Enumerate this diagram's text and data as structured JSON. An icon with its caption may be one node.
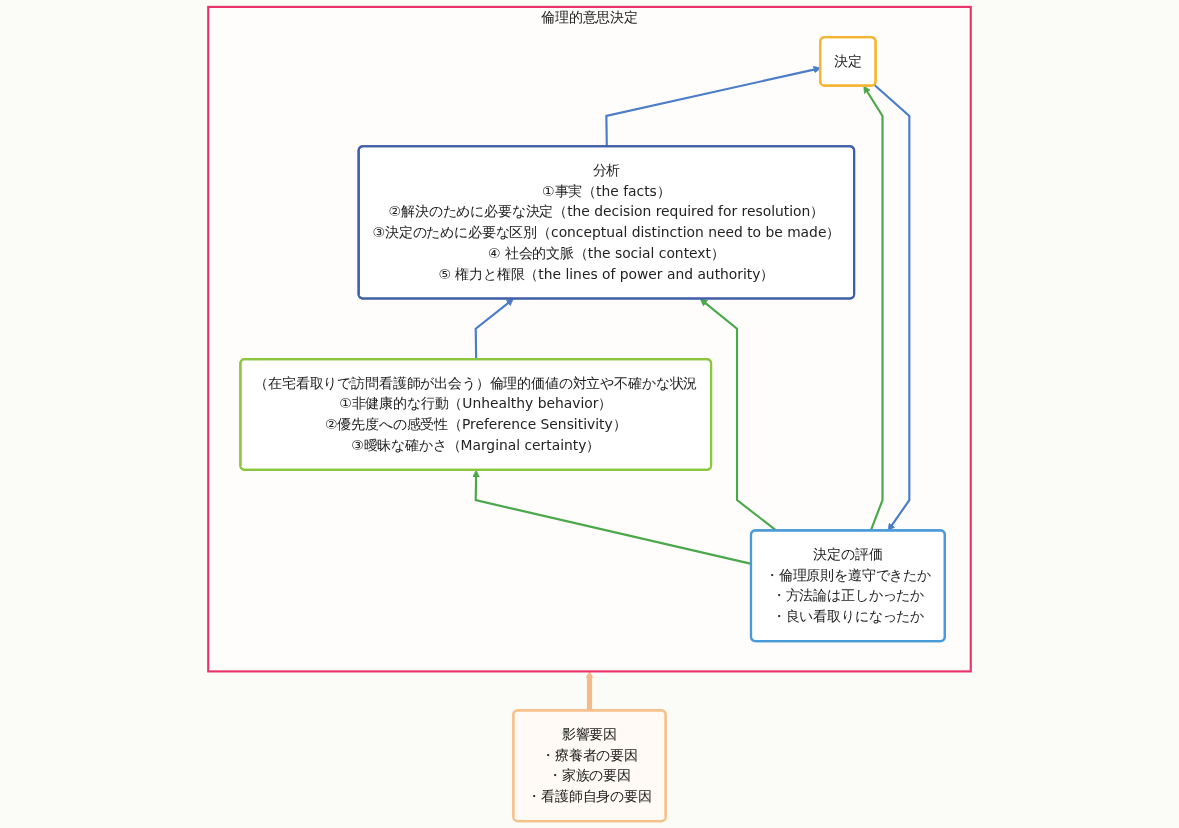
{
  "diagram": {
    "nodes": [
      {
        "text": [
          "倫理的意思決定"
        ]
      },
      {
        "text": [
          "決定の評価",
          "・倫理原則を遵守できたか",
          "・方法論は正しかったか",
          "・良い看取りになったか"
        ],
        "in": 0
      },
      {
        "text": [
          "決定"
        ],
        "in": 0
      },
      {
        "text": [
          "分析",
          "①事実（the facts）",
          "②解決のために必要な決定（the decision required for resolution）",
          "③決定のために必要な区別（conceptual distinction need to be made）",
          "④ 社会的文脈（the social context）",
          "⑤ 権力と権限（the lines of power and authority）"
        ],
        "in": 0
      },
      {
        "text": [
          "（在宅看取りで訪問看護師が出会う）倫理的価値の対立や不確かな状況",
          "①非健康的な行動（Unhealthy behavior）",
          "②優先度への感受性（Preference Sensitivity）",
          "③曖昧な確かさ（Marginal certainty）"
        ],
        "in": 0
      },
      {
        "text": [
          "影響要因",
          "・療養者の要因",
          "・家族の要因",
          "・看護師自身の要因"
        ]
      }
    ],
    "edges": [
      {
        "from": 4,
        "to": 3,
        "arrow": "to",
        "color": "#4a7cc9"
      },
      {
        "from": 3,
        "to": 2,
        "arrow": "to",
        "color": "#4a7cc9"
      },
      {
        "from": 2,
        "to": 1,
        "arrow": "to",
        "color": "#4a7cc9"
      },
      {
        "from": 1,
        "to": 2,
        "arrow": "to",
        "color": "#4aa84a"
      },
      {
        "from": 1,
        "to": 3,
        "arrow": "to",
        "color": "#4aa84a"
      },
      {
        "from": 1,
        "to": 4,
        "arrow": "to",
        "color": "#4aa84a"
      },
      {
        "from": 5,
        "to": 0,
        "arrow": "to",
        "style": "thick",
        "color": "#f5b98a"
      }
    ]
  }
}
